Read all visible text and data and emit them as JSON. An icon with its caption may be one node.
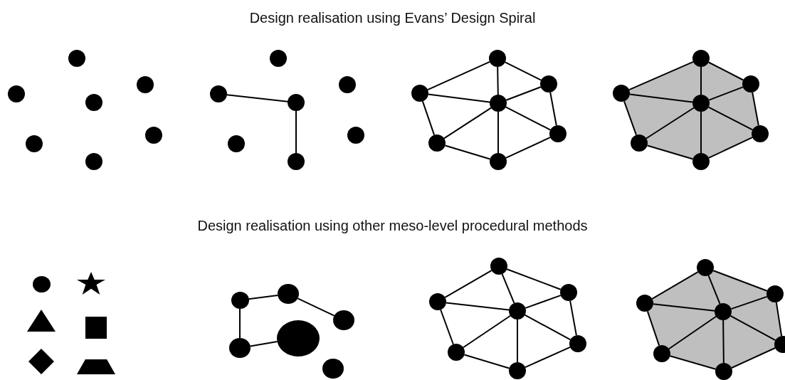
{
  "diagram": {
    "nodes": [
      {
        "text": [],
        "shape": "circle"
      },
      {
        "text": [],
        "shape": "circle"
      },
      {
        "text": [],
        "shape": "circle"
      },
      {
        "text": [],
        "shape": "circle"
      },
      {
        "text": [],
        "shape": "circle"
      },
      {
        "text": [],
        "shape": "circle"
      },
      {
        "text": [],
        "shape": "circle"
      },
      {
        "text": [],
        "shape": "circle"
      },
      {
        "text": [],
        "shape": "circle"
      },
      {
        "text": [],
        "shape": "circle"
      },
      {
        "text": [],
        "shape": "circle"
      },
      {
        "text": [],
        "shape": "circle"
      },
      {
        "text": [],
        "shape": "circle"
      },
      {
        "text": [],
        "shape": "circle"
      },
      {
        "text": [],
        "shape": "circle"
      },
      {
        "text": [],
        "shape": "circle"
      },
      {
        "text": [],
        "shape": "circle"
      },
      {
        "text": [],
        "shape": "circle"
      },
      {
        "text": [],
        "shape": "circle"
      },
      {
        "text": [],
        "shape": "circle"
      },
      {
        "text": [],
        "shape": "circle"
      },
      {
        "text": [],
        "shape": "circle"
      },
      {
        "text": [],
        "shape": "circle"
      },
      {
        "text": [],
        "shape": "circle"
      },
      {
        "text": [],
        "shape": "circle"
      },
      {
        "text": [],
        "shape": "circle"
      },
      {
        "text": [],
        "shape": "circle"
      },
      {
        "text": [],
        "shape": "circle"
      },
      {
        "text": [],
        "shape": "circle"
      },
      {
        "text": [],
        "shape": "star"
      },
      {
        "text": [],
        "shape": "triangle"
      },
      {
        "text": [],
        "shape": "box"
      },
      {
        "text": [],
        "shape": "diamond"
      },
      {
        "text": [],
        "shape": "trapezoid"
      },
      {
        "text": [],
        "shape": "circle"
      },
      {
        "text": [],
        "shape": "circle"
      },
      {
        "text": [],
        "shape": "circle"
      },
      {
        "text": [],
        "shape": "ellipse"
      },
      {
        "text": [],
        "shape": "circle"
      },
      {
        "text": [],
        "shape": "circle"
      },
      {
        "text": [],
        "shape": "circle"
      },
      {
        "text": [],
        "shape": "circle"
      },
      {
        "text": [],
        "shape": "circle"
      },
      {
        "text": [],
        "shape": "circle"
      },
      {
        "text": [],
        "shape": "circle"
      },
      {
        "text": [],
        "shape": "circle"
      },
      {
        "text": [],
        "shape": "circle"
      },
      {
        "text": [],
        "shape": "circle"
      },
      {
        "text": [],
        "shape": "circle"
      },
      {
        "text": [],
        "shape": "circle"
      },
      {
        "text": [],
        "shape": "circle"
      },
      {
        "text": [],
        "shape": "circle"
      },
      {
        "text": [],
        "shape": "circle"
      },
      {
        "text": [],
        "shape": "circle"
      }
    ],
    "edges": [
      {
        "from": 9,
        "to": 10,
        "arrow": "none"
      },
      {
        "from": 10,
        "to": 13,
        "arrow": "none"
      },
      {
        "from": 14,
        "to": 15,
        "arrow": "none"
      },
      {
        "from": 14,
        "to": 16,
        "arrow": "none"
      },
      {
        "from": 14,
        "to": 17,
        "arrow": "none"
      },
      {
        "from": 15,
        "to": 17,
        "arrow": "none"
      },
      {
        "from": 16,
        "to": 17,
        "arrow": "none"
      },
      {
        "from": 15,
        "to": 18,
        "arrow": "none"
      },
      {
        "from": 16,
        "to": 19,
        "arrow": "none"
      },
      {
        "from": 18,
        "to": 17,
        "arrow": "none"
      },
      {
        "from": 19,
        "to": 17,
        "arrow": "none"
      },
      {
        "from": 18,
        "to": 20,
        "arrow": "none"
      },
      {
        "from": 19,
        "to": 20,
        "arrow": "none"
      },
      {
        "from": 17,
        "to": 20,
        "arrow": "none"
      },
      {
        "from": 21,
        "to": 22,
        "arrow": "none"
      },
      {
        "from": 21,
        "to": 23,
        "arrow": "none"
      },
      {
        "from": 21,
        "to": 24,
        "arrow": "none"
      },
      {
        "from": 22,
        "to": 24,
        "arrow": "none"
      },
      {
        "from": 23,
        "to": 24,
        "arrow": "none"
      },
      {
        "from": 22,
        "to": 25,
        "arrow": "none"
      },
      {
        "from": 23,
        "to": 26,
        "arrow": "none"
      },
      {
        "from": 25,
        "to": 24,
        "arrow": "none"
      },
      {
        "from": 26,
        "to": 24,
        "arrow": "none"
      },
      {
        "from": 25,
        "to": 27,
        "arrow": "none"
      },
      {
        "from": 26,
        "to": 27,
        "arrow": "none"
      },
      {
        "from": 24,
        "to": 27,
        "arrow": "none"
      },
      {
        "from": 35,
        "to": 34,
        "arrow": "none"
      },
      {
        "from": 34,
        "to": 36,
        "arrow": "none"
      },
      {
        "from": 35,
        "to": 38,
        "arrow": "none"
      },
      {
        "from": 38,
        "to": 37,
        "arrow": "none"
      },
      {
        "from": 40,
        "to": 41,
        "arrow": "none"
      },
      {
        "from": 40,
        "to": 42,
        "arrow": "none"
      },
      {
        "from": 40,
        "to": 43,
        "arrow": "none"
      },
      {
        "from": 41,
        "to": 43,
        "arrow": "none"
      },
      {
        "from": 42,
        "to": 43,
        "arrow": "none"
      },
      {
        "from": 41,
        "to": 44,
        "arrow": "none"
      },
      {
        "from": 42,
        "to": 45,
        "arrow": "none"
      },
      {
        "from": 44,
        "to": 43,
        "arrow": "none"
      },
      {
        "from": 45,
        "to": 43,
        "arrow": "none"
      },
      {
        "from": 44,
        "to": 46,
        "arrow": "none"
      },
      {
        "from": 45,
        "to": 46,
        "arrow": "none"
      },
      {
        "from": 43,
        "to": 46,
        "arrow": "none"
      },
      {
        "from": 47,
        "to": 48,
        "arrow": "none"
      },
      {
        "from": 47,
        "to": 49,
        "arrow": "none"
      },
      {
        "from": 47,
        "to": 50,
        "arrow": "none"
      },
      {
        "from": 48,
        "to": 50,
        "arrow": "none"
      },
      {
        "from": 49,
        "to": 50,
        "arrow": "none"
      },
      {
        "from": 48,
        "to": 51,
        "arrow": "none"
      },
      {
        "from": 49,
        "to": 52,
        "arrow": "none"
      },
      {
        "from": 51,
        "to": 50,
        "arrow": "none"
      },
      {
        "from": 52,
        "to": 50,
        "arrow": "none"
      },
      {
        "from": 51,
        "to": 53,
        "arrow": "none"
      },
      {
        "from": 52,
        "to": 53,
        "arrow": "none"
      },
      {
        "from": 50,
        "to": 53,
        "arrow": "none"
      }
    ],
    "labels": [
      "Design realisation using Evans’ Design Spiral",
      "Design realisation using other meso-level procedural methods"
    ]
  }
}
